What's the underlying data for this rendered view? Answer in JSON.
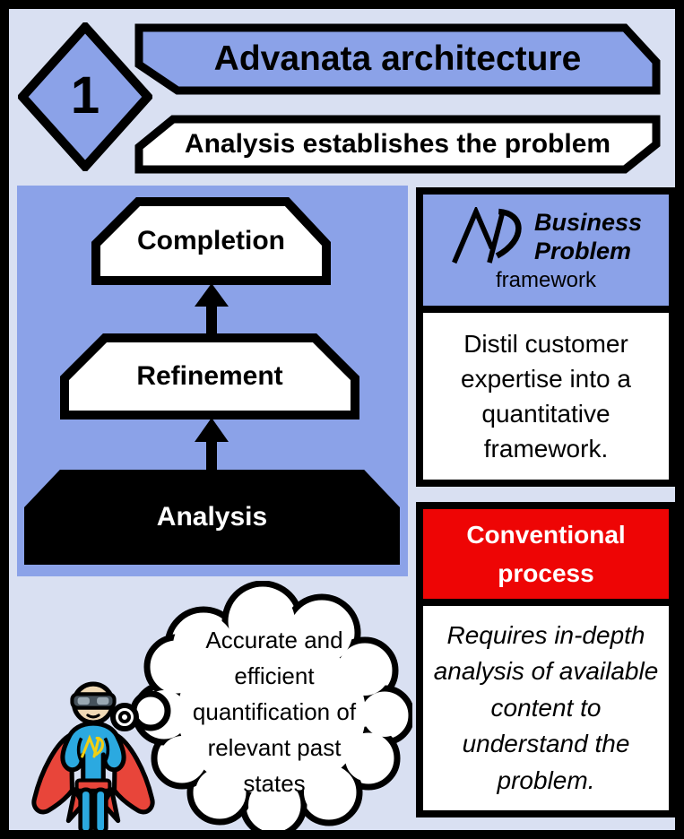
{
  "colors": {
    "bg": "#d9e0f2",
    "blue": "#8ba2e8",
    "red": "#ee0505",
    "black": "#000000",
    "suit-blue": "#2ba9e0",
    "cape-red": "#e8453a",
    "skin": "#f0d9b5",
    "goggle": "#46525c",
    "lens": "#9aa8b2",
    "logo-yellow": "#f2cf13"
  },
  "step": {
    "number": "1"
  },
  "title_banner": {
    "text": "Advanata architecture"
  },
  "subtitle_banner": {
    "text": "Analysis establishes the problem"
  },
  "pyramid": {
    "stages": [
      {
        "label": "Completion"
      },
      {
        "label": "Refinement"
      },
      {
        "label": "Analysis"
      }
    ]
  },
  "framework_box": {
    "logo_icon": "advanata-ad-logo",
    "brand_line1": "Business",
    "brand_line2": "Problem",
    "brand_sub": "framework",
    "body": "Distil customer expertise into a quantitative framework."
  },
  "conventional_box": {
    "header": "Conventional process",
    "body": "Requires in-depth analysis of available content to understand the problem."
  },
  "thought_bubble": {
    "lines": [
      "Accurate and",
      "efficient",
      "quantification of",
      "relevant past",
      "states"
    ]
  }
}
